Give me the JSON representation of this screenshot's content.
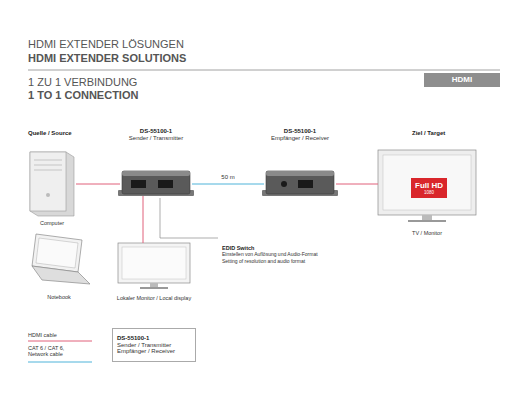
{
  "diagram": {
    "title": "HDMI EXTENDER LÖSUNGEN",
    "nodes": [
      {
        "text": [
          "HDMI"
        ]
      },
      {
        "text": [
          "Computer"
        ]
      },
      {
        "text": [
          "DS-55100-1",
          "Sender / Transmitter"
        ]
      },
      {
        "text": [
          "DS-55100-1",
          "Empfänger / Receiver"
        ]
      },
      {
        "text": [
          "TV / Monitor"
        ]
      },
      {
        "text": [
          "Full HD",
          "1080"
        ],
        "in": 4
      },
      {
        "text": [
          "Notebook"
        ]
      },
      {
        "text": [
          "Lokaler Monitor / Local display"
        ]
      },
      {
        "text": [
          "DS-55100-1",
          "Sender / Transmitter",
          "Empfänger / Receiver"
        ]
      }
    ],
    "edges": [
      {
        "from": 1,
        "to": 2,
        "arrow": "none"
      },
      {
        "from": 2,
        "to": 3,
        "label": "50 m",
        "arrow": "none"
      },
      {
        "from": 3,
        "to": 4,
        "arrow": "none"
      },
      {
        "from": 2,
        "to": 7,
        "arrow": "none"
      }
    ],
    "labels": [
      "HDMI EXTENDER SOLUTIONS",
      "1 ZU 1 VERBINDUNG",
      "1 TO 1 CONNECTION",
      "Quelle / Source",
      "Ziel / Target",
      "EDID Switch",
      "Einstellen von Auflösung und Audio-Format",
      "Setting of resolution and audio format"
    ],
    "legend": [
      {
        "text": "HDMI cable"
      },
      {
        "text": "CAT 6 / CAT 6, Network cable"
      }
    ]
  }
}
